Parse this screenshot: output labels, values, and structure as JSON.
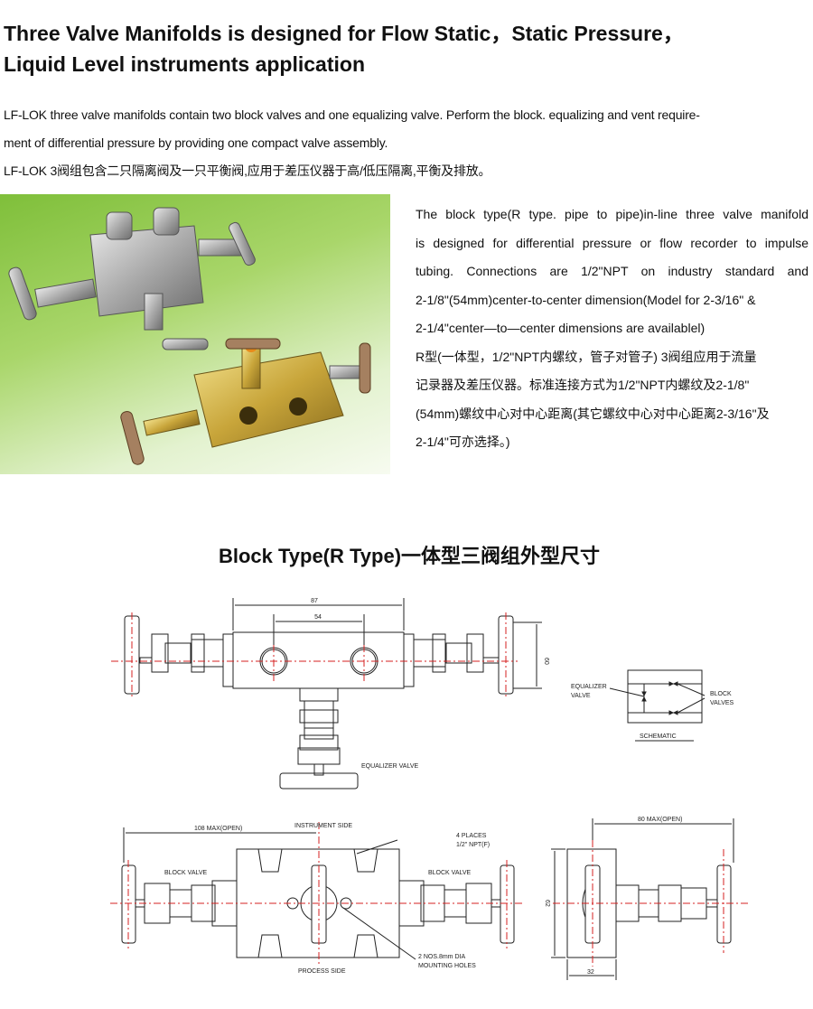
{
  "title": {
    "line1": "Three Valve Manifolds is designed for Flow Static，Static Pressure，",
    "line2": "Liquid Level instruments application"
  },
  "intro": {
    "line1": "LF-LOK three valve manifolds contain two block valves and one equalizing valve.   Perform the block.   equalizing and vent require-",
    "line2": "ment of differential pressure by providing one compact valve assembly.",
    "line3": "LF-LOK 3阀组包含二只隔离阀及一只平衡阀,应用于差压仪器于高/低压隔离,平衡及排放。"
  },
  "description": {
    "lines": [
      "The block type(R type.   pipe to pipe)in-line three valve manifold",
      "is designed for differential pressure or flow recorder to impulse",
      "tubing. Connections are 1/2\"NPT on industry standard and",
      "2-1/8\"(54mm)center-to-center dimension(Model for 2-3/16\" &",
      "2-1/4\"center—to—center dimensions are availablel)",
      "R型(一体型，1/2\"NPT内螺纹，管子对管子) 3阀组应用于流量",
      "记录器及差压仪器。标准连接方式为1/2\"NPT内螺纹及2-1/8\"",
      "(54mm)螺纹中心对中心距离(其它螺纹中心对中心距离2-3/16\"及",
      "2-1/4\"可亦选择。)"
    ]
  },
  "section_heading": "Block Type(R Type)一体型三阀组外型尺寸",
  "drawing_top": {
    "dim_overall": "87",
    "dim_center": "54",
    "dim_height": "60",
    "equalizer_label": "EQUALIZER VALVE"
  },
  "schematic": {
    "equalizer_label_1": "EQUALIZER",
    "equalizer_label_2": "VALVE",
    "block_label_1": "BLOCK",
    "block_label_2": "VALVES",
    "caption": "SCHEMATIC"
  },
  "drawing_front": {
    "dim_open": "108 MAX(OPEN)",
    "instrument_side": "INSTRUMENT SIDE",
    "process_side": "PROCESS SIDE",
    "ports_1": "4  PLACES",
    "ports_2": "1/2\" NPT(F)",
    "holes_1": "2  NOS.8mm DIA",
    "holes_2": "MOUNTING HOLES",
    "block_valve_left": "BLOCK  VALVE",
    "block_valve_right": "BLOCK  VALVE"
  },
  "drawing_side": {
    "dim_open": "80 MAX(OPEN)",
    "dim_height": "62",
    "dim_width": "32"
  },
  "colors": {
    "centerline": "#d42020",
    "photo_green": "#8cc64a"
  }
}
